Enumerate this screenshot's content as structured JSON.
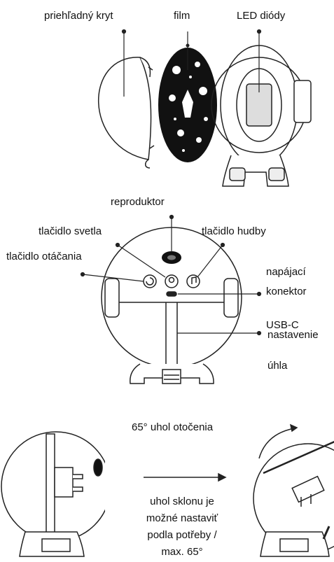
{
  "top": {
    "cover": "priehľadný kryt",
    "film": "film",
    "leds": "LED diódy"
  },
  "middle": {
    "speaker": "reproduktor",
    "light_button": "tlačidlo svetla",
    "music_button": "tlačidlo hudby",
    "rotate_button": "tlačidlo otáčania",
    "power_1": "napájací",
    "power_2": "konektor",
    "usb": "USB-C",
    "angle_1": "nastavenie",
    "angle_2": "úhla"
  },
  "bottom": {
    "rotation": "65° uhol otočenia",
    "tilt_1": "uhol sklonu je",
    "tilt_2": "možné nastaviť",
    "tilt_3": "podla potřeby /",
    "tilt_4": "max. 65°"
  }
}
